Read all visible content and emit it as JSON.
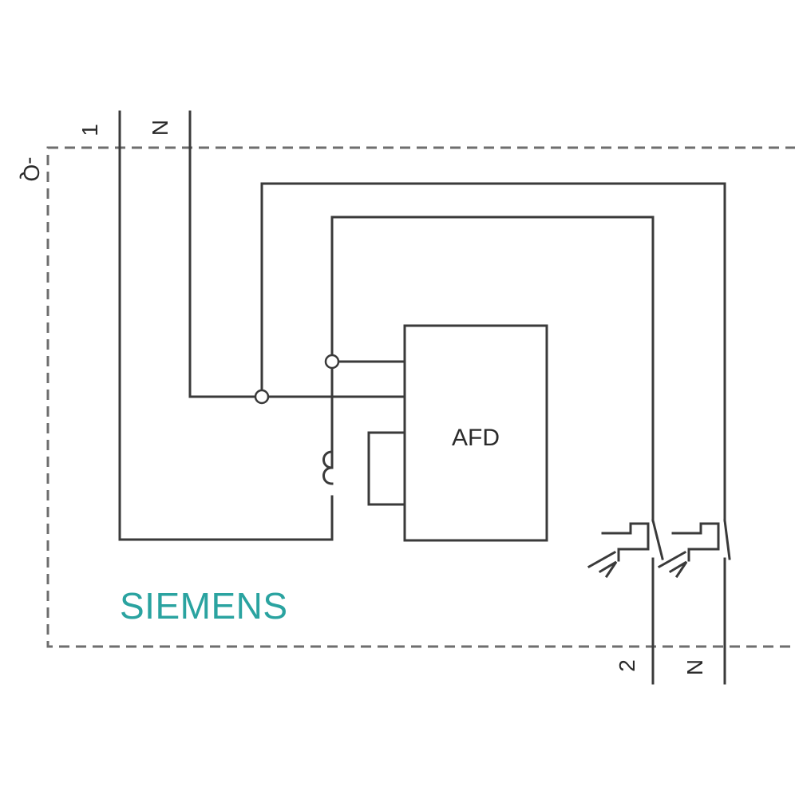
{
  "device_label": "-Q",
  "terminals": {
    "top_line": "1",
    "top_neutral": "N",
    "bottom_line": "2",
    "bottom_neutral": "N"
  },
  "afd_label": "AFD",
  "brand": "SIEMENS",
  "colors": {
    "brand": "#2aa3a0",
    "lines": "#3a3a3a",
    "enclosure": "#6e6e6e"
  }
}
